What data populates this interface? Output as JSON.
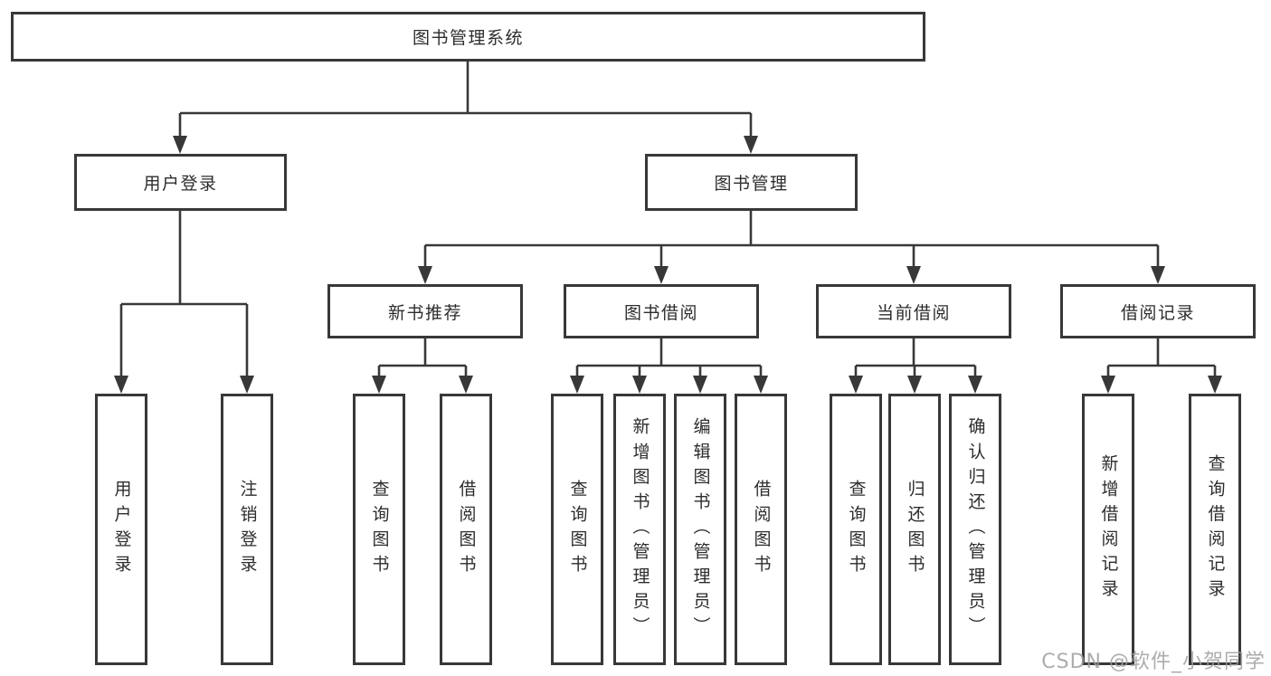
{
  "tree": {
    "root": {
      "label": "图书管理系统"
    },
    "level2": [
      {
        "id": "user-login",
        "label": "用户登录"
      },
      {
        "id": "book-management",
        "label": "图书管理"
      }
    ],
    "level3": [
      {
        "id": "new-book-recommend",
        "label": "新书推荐",
        "parent": "book-management"
      },
      {
        "id": "book-borrow",
        "label": "图书借阅",
        "parent": "book-management"
      },
      {
        "id": "current-borrow",
        "label": "当前借阅",
        "parent": "book-management"
      },
      {
        "id": "borrow-record",
        "label": "借阅记录",
        "parent": "book-management"
      }
    ],
    "level4": [
      {
        "parent": "user-login",
        "label": "用户登录"
      },
      {
        "parent": "user-login",
        "label": "注销登录"
      },
      {
        "parent": "new-book-recommend",
        "label": "查询图书"
      },
      {
        "parent": "new-book-recommend",
        "label": "借阅图书"
      },
      {
        "parent": "book-borrow",
        "label": "查询图书"
      },
      {
        "parent": "book-borrow",
        "label": "新增图书（管理员）"
      },
      {
        "parent": "book-borrow",
        "label": "编辑图书（管理员）"
      },
      {
        "parent": "book-borrow",
        "label": "借阅图书"
      },
      {
        "parent": "current-borrow",
        "label": "查询图书"
      },
      {
        "parent": "current-borrow",
        "label": "归还图书"
      },
      {
        "parent": "current-borrow",
        "label": "确认归还（管理员）"
      },
      {
        "parent": "borrow-record",
        "label": "新增借阅记录"
      },
      {
        "parent": "borrow-record",
        "label": "查询借阅记录"
      }
    ]
  },
  "watermark": "CSDN @软件_小贺同学",
  "colors": {
    "line": "#383838",
    "border": "#383838",
    "text": "#2d2d2d",
    "watermark": "#9e9e9e",
    "background": "#ffffff"
  }
}
